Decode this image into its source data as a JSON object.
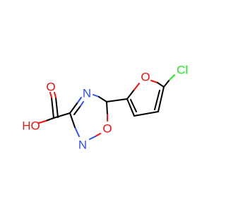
{
  "colors": {
    "carbon_bond": "#000000",
    "oxygen": "#ff0d0d",
    "nitrogen": "#3050f8",
    "chlorine": "#1ff01f",
    "background": "#ffffff"
  },
  "atoms": {
    "chlorine": "Cl",
    "furan_oxygen": "O",
    "ring_nitrogen_top": "N",
    "ring_nitrogen_bottom": "N",
    "ring_oxygen": "O",
    "carbonyl_oxygen": "O",
    "hydroxyl_group": "HO"
  }
}
